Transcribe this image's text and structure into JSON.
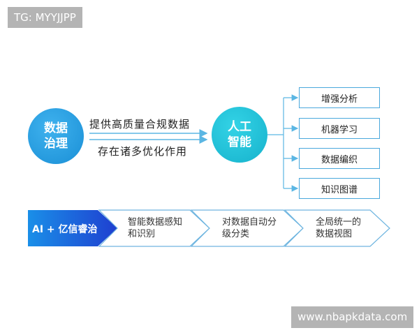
{
  "watermark_top": "TG: MYYJJPP",
  "watermark_bottom": "www.nbapkdata.com",
  "left_circle": {
    "line1": "数据",
    "line2": "治理"
  },
  "right_circle": {
    "line1": "人工",
    "line2": "智能"
  },
  "flow_top": "提供高质量合规数据",
  "flow_bottom": "存在诸多优化作用",
  "outputs": [
    "增强分析",
    "机器学习",
    "数据编织",
    "知识图谱"
  ],
  "process": {
    "lead": "AI + 亿信睿治",
    "steps": [
      {
        "line1": "智能数据感知",
        "line2": "和识别"
      },
      {
        "line1": "对数据自动分",
        "line2": "级分类"
      },
      {
        "line1": "全局统一的",
        "line2": "数据视图"
      }
    ]
  },
  "colors": {
    "circle_left": "#1a8fd6",
    "circle_right": "#16b2cc",
    "accent_line": "#5bb6e3",
    "lead_chevron": "#1f5fdc",
    "step_border": "#6fb5e0"
  }
}
